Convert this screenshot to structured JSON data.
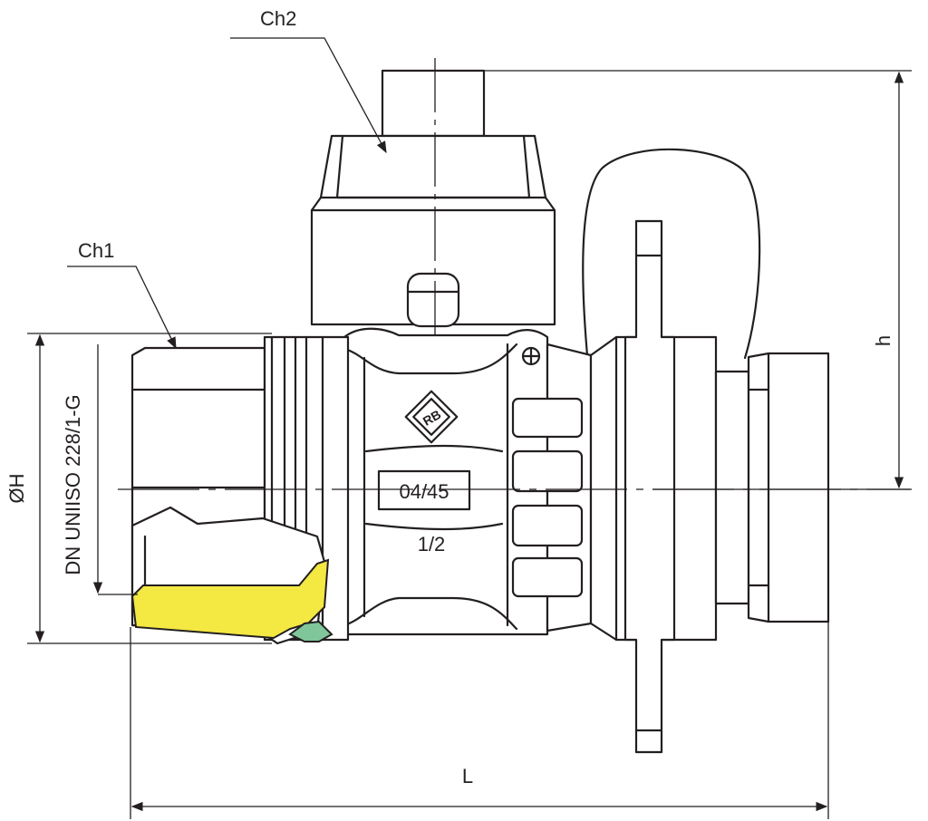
{
  "labels": {
    "ch2": "Ch2",
    "ch1": "Ch1",
    "h": "h",
    "oh": "ØH",
    "dn": "DN UNIISO 228/1-G",
    "l": "L",
    "stamp_code": "04/45",
    "size": "1/2",
    "logo_text": "RB"
  },
  "colors": {
    "line": "#231f20",
    "gasket_yellow": "#f4e842",
    "gasket_green": "#7fc79a",
    "background": "#ffffff"
  }
}
